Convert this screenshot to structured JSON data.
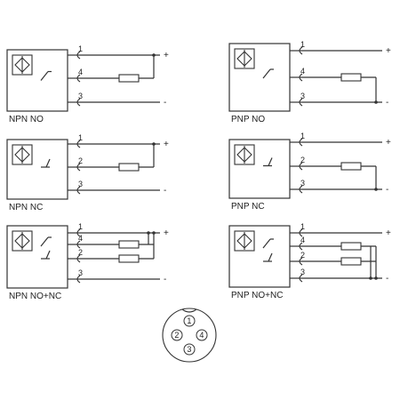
{
  "sensors": [
    {
      "label": "NPN   NO",
      "pins": [
        "1",
        "4",
        "3"
      ],
      "signs": [
        "+",
        "-"
      ],
      "load_pins": [
        "4"
      ],
      "load_to": "positive",
      "switch": "no"
    },
    {
      "label": "PNP   NO",
      "pins": [
        "1",
        "4",
        "3"
      ],
      "signs": [
        "+",
        "-"
      ],
      "load_pins": [
        "4"
      ],
      "load_to": "negative",
      "switch": "no"
    },
    {
      "label": "NPN   NC",
      "pins": [
        "1",
        "2",
        "3"
      ],
      "signs": [
        "+",
        "-"
      ],
      "load_pins": [
        "2"
      ],
      "load_to": "positive",
      "switch": "nc"
    },
    {
      "label": "PNP   NC",
      "pins": [
        "1",
        "2",
        "3"
      ],
      "signs": [
        "+",
        "-"
      ],
      "load_pins": [
        "2"
      ],
      "load_to": "negative",
      "switch": "nc"
    },
    {
      "label": "NPN   NO+NC",
      "pins": [
        "1",
        "4",
        "2",
        "3"
      ],
      "signs": [
        "+",
        "-"
      ],
      "load_pins": [
        "4",
        "2"
      ],
      "load_to": "positive",
      "switch": "both"
    },
    {
      "label": "PNP   NO+NC",
      "pins": [
        "1",
        "4",
        "2",
        "3"
      ],
      "signs": [
        "+",
        "-"
      ],
      "load_pins": [
        "4",
        "2"
      ],
      "load_to": "negative",
      "switch": "both"
    }
  ],
  "connector": {
    "pins": [
      "1",
      "2",
      "3",
      "4"
    ]
  },
  "colors": {
    "line": "#333333",
    "text": "#222222"
  }
}
